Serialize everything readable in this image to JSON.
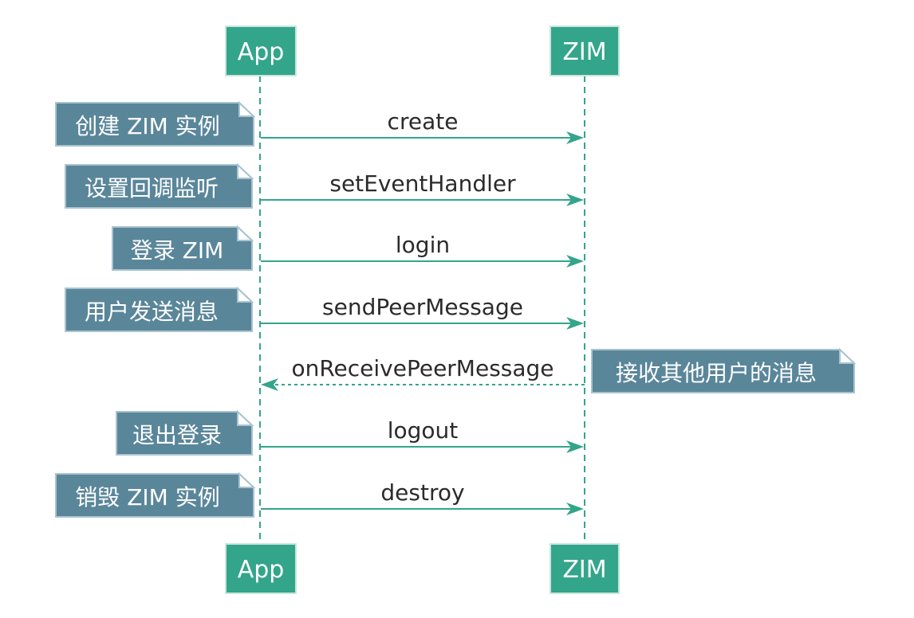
{
  "participants": [
    {
      "id": "app",
      "label": "App"
    },
    {
      "id": "zim",
      "label": "ZIM"
    }
  ],
  "messages": [
    {
      "label": "create",
      "from": "app",
      "to": "zim",
      "style": "solid",
      "note": "创建 ZIM 实例",
      "note_side": "left"
    },
    {
      "label": "setEventHandler",
      "from": "app",
      "to": "zim",
      "style": "solid",
      "note": "设置回调监听",
      "note_side": "left"
    },
    {
      "label": "login",
      "from": "app",
      "to": "zim",
      "style": "solid",
      "note": "登录 ZIM",
      "note_side": "left"
    },
    {
      "label": "sendPeerMessage",
      "from": "app",
      "to": "zim",
      "style": "solid",
      "note": "用户发送消息",
      "note_side": "left"
    },
    {
      "label": "onReceivePeerMessage",
      "from": "zim",
      "to": "app",
      "style": "dashed",
      "note": "接收其他用户的消息",
      "note_side": "right"
    },
    {
      "label": "logout",
      "from": "app",
      "to": "zim",
      "style": "solid",
      "note": "退出登录",
      "note_side": "left"
    },
    {
      "label": "destroy",
      "from": "app",
      "to": "zim",
      "style": "solid",
      "note": "销毁 ZIM 实例",
      "note_side": "left"
    }
  ],
  "colors": {
    "participant": "#33a58a",
    "arrow": "#33a58a",
    "note": "#5a869a",
    "text": "#2b2b2b"
  }
}
